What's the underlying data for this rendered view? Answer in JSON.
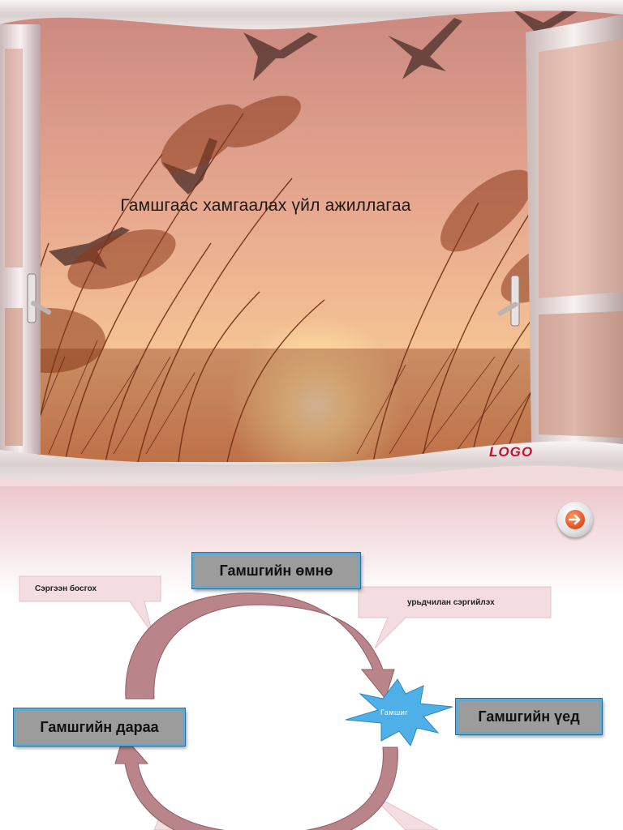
{
  "slide1": {
    "title": "Гамшгаас хамгаалах үйл ажиллагаа",
    "logo": "LOGO"
  },
  "slide2": {
    "nav": {
      "icon": "arrow-right-icon"
    },
    "stages": {
      "before": "Гамшгийн өмнө",
      "during": "Гамшгийн үед",
      "after": "Гамшгийн дараа"
    },
    "callouts": {
      "restore": "Сэргээн босгох",
      "prevent": "урьдчилан сэргийлэх"
    },
    "center": "Гамшиг"
  },
  "colors": {
    "logo": "#c8102e",
    "box_fill": "#9c9c9c",
    "box_border": "#5fa9d2",
    "arrow": "#b9848a",
    "burst": "#4fb0e8"
  }
}
